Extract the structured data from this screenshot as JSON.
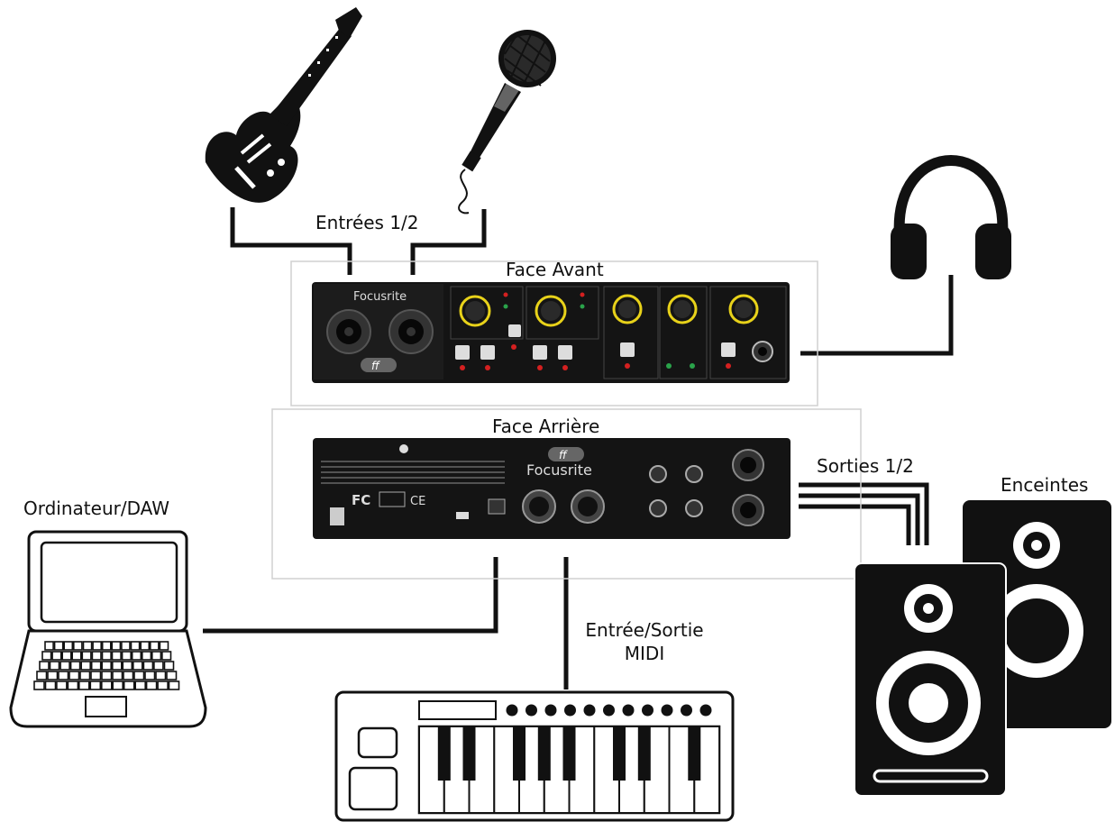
{
  "labels": {
    "inputs": "Entrées 1/2",
    "front": "Face Avant",
    "rear": "Face Arrière",
    "outputs": "Sorties 1/2",
    "speakers": "Enceintes",
    "computer": "Ordinateur/DAW",
    "midi_line1": "Entrée/Sortie",
    "midi_line2": "MIDI"
  },
  "device": {
    "brand": "Focusrite",
    "logo": "ff"
  },
  "colors": {
    "device_body": "#141414",
    "knob_ring": "#e8d21a",
    "led_red": "#d42020",
    "led_green": "#2aa34a",
    "line": "#111111",
    "panel_border": "#cfcfcf"
  }
}
